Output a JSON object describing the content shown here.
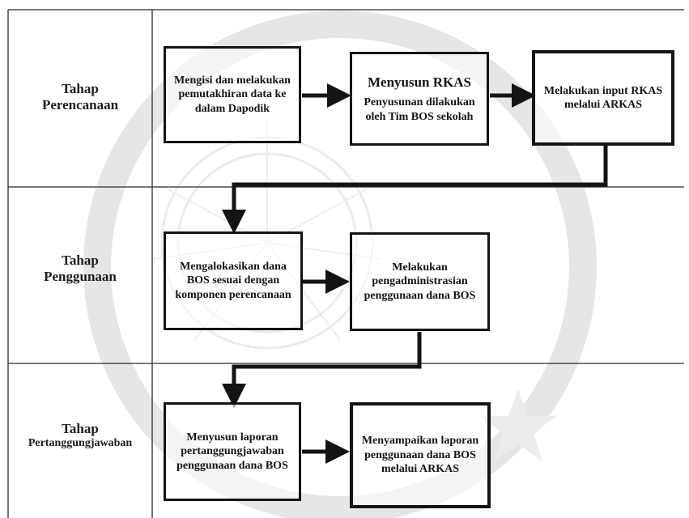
{
  "stages": [
    {
      "line1": "Tahap",
      "line2": "Perencanaan"
    },
    {
      "line1": "Tahap",
      "line2": "Penggunaan"
    },
    {
      "line1": "Tahap",
      "line2": "Pertanggungjawaban"
    }
  ],
  "boxes": {
    "dapodik": "Mengisi dan melakukan pemutakhiran data ke dalam Dapodik",
    "rkas_title": "Menyusun RKAS",
    "rkas_body": "Penyusunan dilakukan oleh Tim BOS sekolah",
    "arkas_input": "Melakukan input RKAS melalui ARKAS",
    "alokasi": "Mengalokasikan dana BOS sesuai dengan komponen perencanaan",
    "administrasi": "Melakukan pengadministrasian penggunaan dana BOS",
    "laporan": "Menyusun laporan pertanggungjawaban penggunaan dana BOS",
    "menyampaikan": "Menyampaikan laporan penggunaan dana BOS melalui ARKAS"
  }
}
